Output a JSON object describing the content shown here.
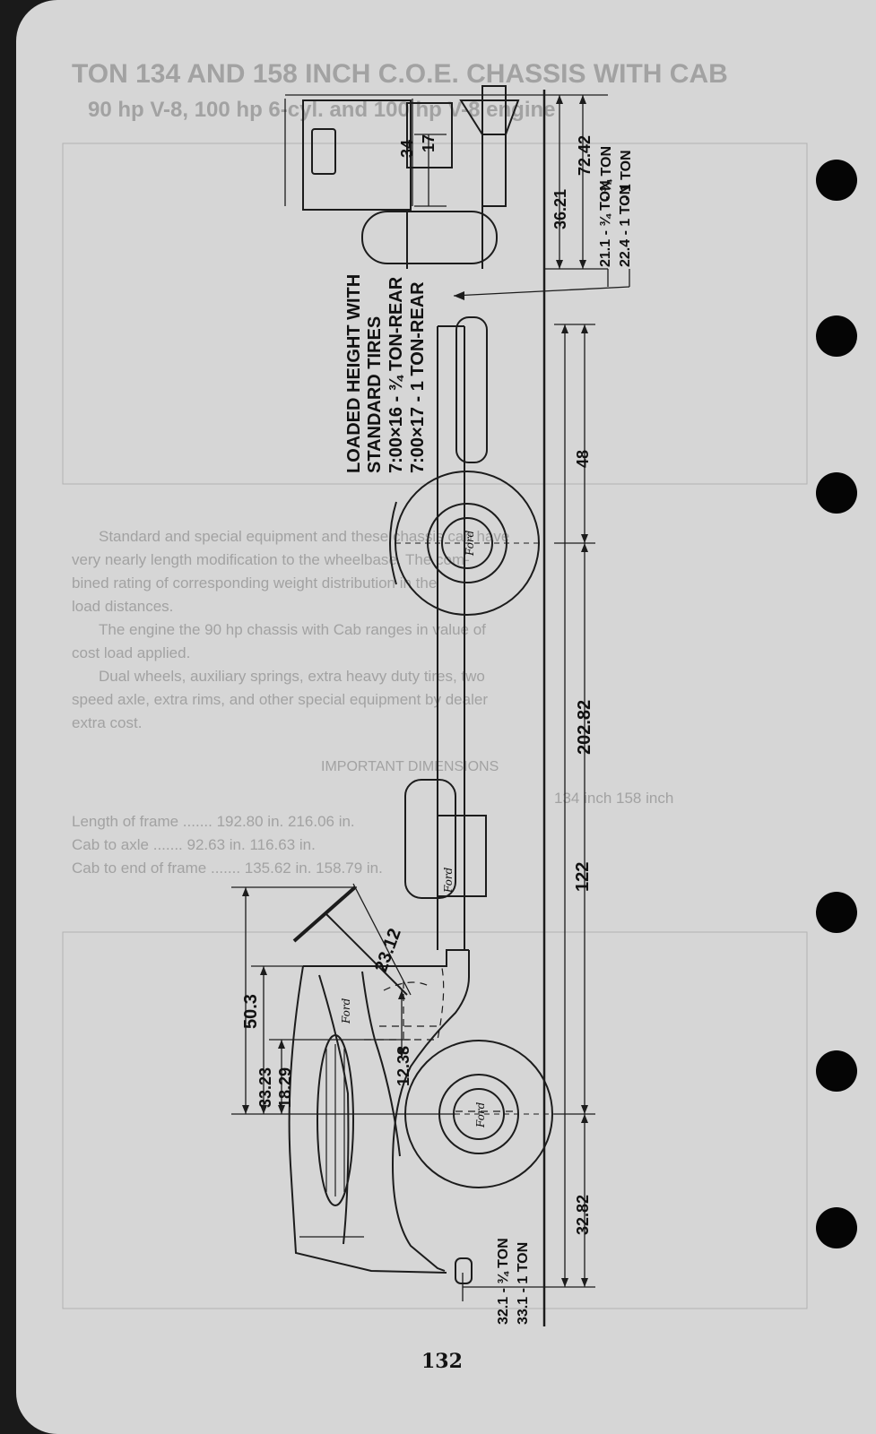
{
  "page": {
    "number": "132"
  },
  "ghost_text": {
    "heading_line1": "TON 134 AND 158 INCH C.O.E. CHASSIS WITH CAB",
    "heading_line2": "90 hp V-8, 100 hp 6-cyl. and 100 hp V-8 engine",
    "para1_l1": "Standard and special equipment and these chassis can have",
    "para1_l2": "very nearly length modification to the wheelbase. The com-",
    "para1_l3": "bined rating of corresponding weight distribution in the",
    "para1_l4": "load distances.",
    "para2_l1": "The engine the 90 hp chassis with Cab ranges in value of",
    "para2_l2": "cost load applied.",
    "para3_l1": "Dual wheels, auxiliary springs, extra heavy duty tires, two",
    "para3_l2": "speed axle, extra rims, and other special equipment by dealer",
    "para3_l3": "extra cost.",
    "table_title": "IMPORTANT DIMENSIONS",
    "table_header": "  134 inch      158 inch",
    "table_row1": "Length of frame  .......  192.80 in.   216.06 in.",
    "table_row2": "Cab to axle  .......  92.63 in.   116.63 in.",
    "table_row3": "Cab to end of frame  .......  135.62 in.   158.79 in."
  },
  "diagram": {
    "loaded_height_l1": "LOADED HEIGHT WITH",
    "loaded_height_l2": "STANDARD  TIRES",
    "loaded_height_l3": "7:00×16 - ¾ TON-REAR",
    "loaded_height_l4": "7:00×17 - 1 TON-REAR",
    "dim_34": "34",
    "dim_17": "17",
    "dim_36_21": "36.21",
    "dim_72_42": "72.42",
    "dim_72_42_sub1": "- ¾ TON",
    "dim_72_42_sub2": "- 1 TON",
    "dim_21_1": "21.1 - ¾ TON",
    "dim_22_4": "22.4 - 1 TON",
    "dim_48": "48",
    "dim_202_82": "202.82",
    "dim_122": "122",
    "dim_32_82": "32.82",
    "dim_23_12": "23.12",
    "dim_50_3": "50.3",
    "dim_33_23": "33.23",
    "dim_18_29": "18.29",
    "dim_12_38": "12.38",
    "dim_32_1": "32.1 - ¾ TON",
    "dim_33_1": "33.1 - 1 TON",
    "ford_script": "Ford"
  },
  "colors": {
    "paper": "#d6d6d6",
    "ink": "#1c1c1c",
    "ghost": "#9c9c9c",
    "background": "#1a1a1a"
  }
}
